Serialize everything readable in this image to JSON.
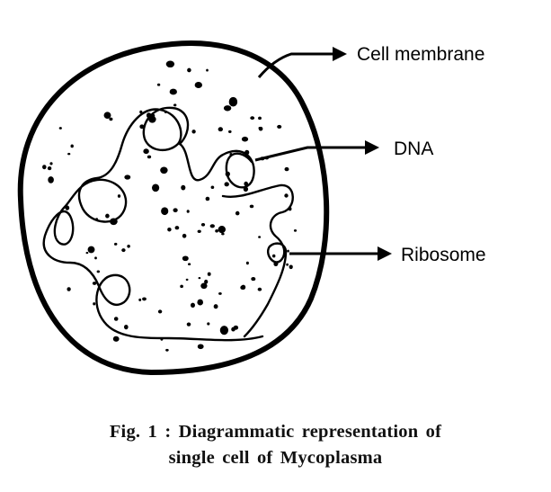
{
  "labels": {
    "cell_membrane": "Cell membrane",
    "dna": "DNA",
    "ribosome": "Ribosome"
  },
  "caption": {
    "line1": "Fig. 1 : Diagrammatic representation of",
    "line2": "single cell of Mycoplasma"
  }
}
